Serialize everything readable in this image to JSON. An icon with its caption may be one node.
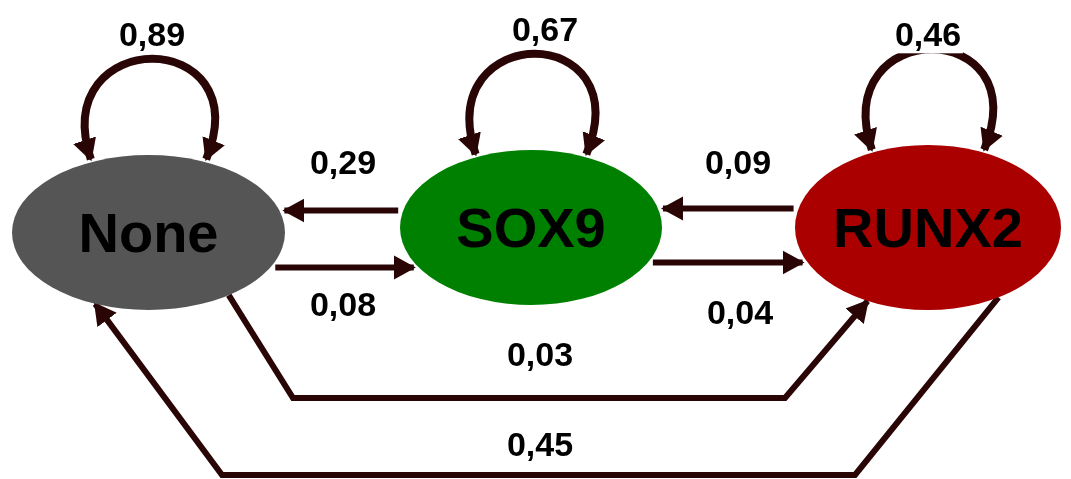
{
  "diagram": {
    "nodes": [
      {
        "text": [
          "None"
        ]
      },
      {
        "text": [
          "SOX9"
        ]
      },
      {
        "text": [
          "RUNX2"
        ]
      }
    ],
    "edges": [
      {
        "from": 0,
        "to": 0,
        "arrow": "both",
        "label": "0,89"
      },
      {
        "from": 1,
        "to": 1,
        "arrow": "both",
        "label": "0,67"
      },
      {
        "from": 2,
        "to": 2,
        "arrow": "both",
        "label": "0,46"
      },
      {
        "from": 1,
        "to": 0,
        "arrow": "to",
        "label": "0,29"
      },
      {
        "from": 0,
        "to": 1,
        "arrow": "to",
        "label": "0,08"
      },
      {
        "from": 2,
        "to": 1,
        "arrow": "to",
        "label": "0,09"
      },
      {
        "from": 1,
        "to": 2,
        "arrow": "to",
        "label": "0,04"
      },
      {
        "from": 0,
        "to": 2,
        "arrow": "to",
        "label": "0,03"
      },
      {
        "from": 2,
        "to": 0,
        "arrow": "to",
        "label": "0,45"
      }
    ]
  }
}
